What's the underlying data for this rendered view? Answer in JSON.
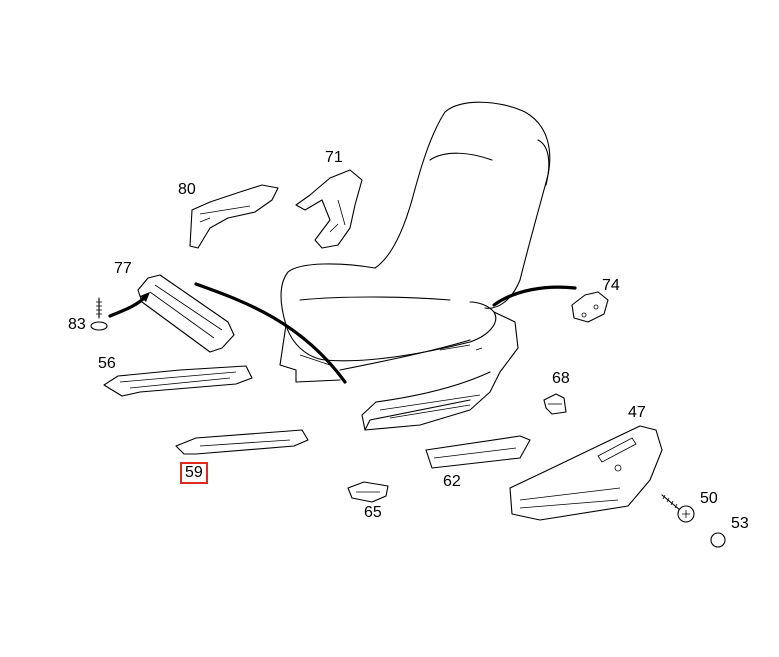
{
  "diagram": {
    "labels": [
      {
        "id": "71",
        "text": "71"
      },
      {
        "id": "80",
        "text": "80"
      },
      {
        "id": "77",
        "text": "77"
      },
      {
        "id": "74",
        "text": "74"
      },
      {
        "id": "83",
        "text": "83"
      },
      {
        "id": "56",
        "text": "56"
      },
      {
        "id": "68",
        "text": "68"
      },
      {
        "id": "47",
        "text": "47"
      },
      {
        "id": "59",
        "text": "59"
      },
      {
        "id": "62",
        "text": "62"
      },
      {
        "id": "50",
        "text": "50"
      },
      {
        "id": "65",
        "text": "65"
      },
      {
        "id": "53",
        "text": "53"
      }
    ],
    "selected_part": "59",
    "highlight_color": "#e0281e"
  }
}
